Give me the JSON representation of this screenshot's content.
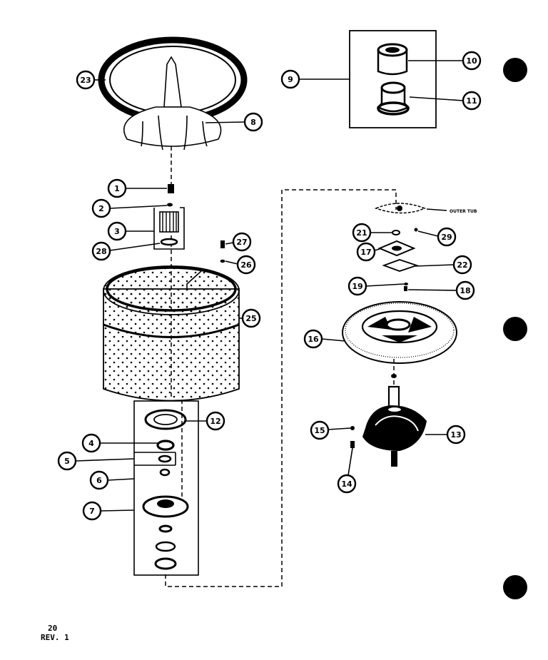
{
  "callouts": [
    "23",
    "8",
    "9",
    "10",
    "11",
    "1",
    "2",
    "3",
    "28",
    "27",
    "26",
    "25",
    "12",
    "4",
    "5",
    "6",
    "7",
    "21",
    "29",
    "17",
    "22",
    "19",
    "18",
    "16",
    "15",
    "13",
    "14"
  ],
  "outer_tub_label": "OUTER TUB",
  "page_number": "20",
  "revision": "REV. 1"
}
